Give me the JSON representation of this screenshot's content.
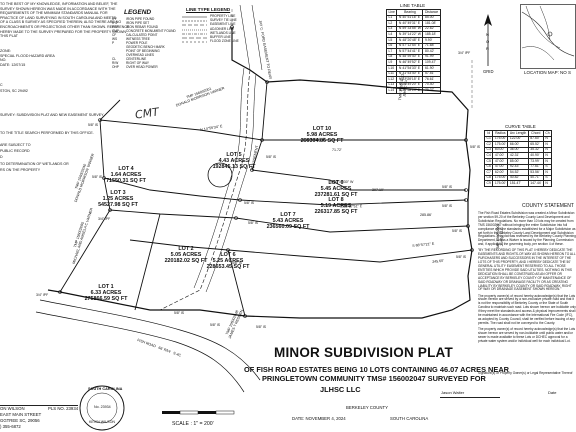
{
  "surveyor_notes": [
    "TO THE BEST OF MY KNOWLEDGE, INFORMATION AND BELIEF, THE",
    "SURVEY SHOWN HEREON WAS MADE IN ACCORDANCE WITH THE",
    "REQUIREMENTS OF THE MINIMUM STANDARDS MANUAL FOR",
    "PRACTICE OF LAND SURVEYING IN SOUTH CAROLINA AND MEETS",
    "OF A CLASS B SURVEY AS SPECIFIED THEREIN; ALSO THERE ARE NO",
    "ENCROACHMENTS OR PROJECTIONS OTHER THAN SHOWN. REFERENCE",
    "HERBY MADE TO THE SURVEY PREPARED FOR THE PROPERTY SHOWN",
    "THIS PLAT"
  ],
  "flood_notes": [
    "ZONE:",
    "SPECIAL FLOOD HAZARD AREA",
    "NO.",
    "DATE: 12/07/15"
  ],
  "owner_block": [
    "C",
    "STON, SC 29492"
  ],
  "left_notes": [
    "SURVEY:  SUBDIVISION PLAT AND NEW EASEMENT SURVEY",
    "TO THE TITLE SEARCH PERFORMED BY THIS OFFICE.",
    "ARE SUBJECT TO",
    "PUBLIC RECORD",
    "D",
    "TO DETERMINATION OF WETLANDS OR",
    "RS ON THE PROPERTY"
  ],
  "legend": {
    "title": "LEGEND",
    "items": [
      {
        "sym": "IPF",
        "text": "IRON PIPE FOUND"
      },
      {
        "sym": "IPS",
        "text": "IRON PIPE SET"
      },
      {
        "sym": "RBF",
        "text": "IRON REBAR FOUND"
      },
      {
        "sym": "CMF",
        "text": "CONCRETE MONUMENT FOUND"
      },
      {
        "sym": "CF",
        "text": "CALCULATED POINT"
      },
      {
        "sym": "WS",
        "text": "WITNESS TREE"
      },
      {
        "sym": "P",
        "text": "POWER POLE"
      },
      {
        "sym": "",
        "text": "GEODETIC BENCH MARK"
      },
      {
        "sym": "",
        "text": "POINT OF BEGINNING"
      },
      {
        "sym": "",
        "text": "OVERHEAD LINES"
      },
      {
        "sym": "CL",
        "text": "CENTERLINE"
      },
      {
        "sym": "R/W",
        "text": "RIGHT OF WAY"
      },
      {
        "sym": "OHP",
        "text": "OVER HEAD POWER"
      }
    ]
  },
  "line_type_legend": {
    "title": "LINE TYPE LEGEND",
    "items": [
      "PROPERTY LINE",
      "SURVEY TIE LINE",
      "EASEMENT LINE",
      "ADJOINER LINE",
      "WETLANDS LINE",
      "BUFFER LINE",
      "FLOOD ZONE LINE"
    ]
  },
  "line_table": {
    "title": "LINE TABLE",
    "headers": [
      "Line",
      "Bearing",
      "Distance"
    ],
    "rows": [
      [
        "L1",
        "N 40°51'16\" E",
        "85.00'"
      ],
      [
        "L2",
        "N 40°49'31\" E",
        "181.08'"
      ],
      [
        "L3",
        "N 59°33'55\" W",
        "22.62'"
      ],
      [
        "L4",
        "N 39°14'22\" W",
        "185.18'"
      ],
      [
        "L5",
        "N 48°20'48\" E",
        "9.90'"
      ],
      [
        "L6",
        "N 57°12'54\" E",
        "71.68'"
      ],
      [
        "L7",
        "N 57°44'41\" E",
        "80.42'"
      ],
      [
        "L8",
        "N 48°59'40\" E",
        "91.99'"
      ],
      [
        "L9",
        "N 46°49'52\" E",
        "109.47'"
      ],
      [
        "L10",
        "N 41°54'33\" E",
        "61.90'"
      ],
      [
        "L11",
        "N 31°53'40\" E",
        "57.51'"
      ],
      [
        "L12",
        "N 27°39'15\" E",
        "76.61'"
      ],
      [
        "L13",
        "N 25°49'20\" E",
        "70.40'"
      ],
      [
        "L14",
        "N 20°58'14\" E",
        "79.27'"
      ]
    ]
  },
  "curve_table": {
    "title": "CURVE TABLE",
    "headers": [
      "Id",
      "Radius",
      "Arc Length",
      "Chord",
      "Ch"
    ],
    "rows": [
      [
        "C1",
        "175.00'",
        "122.00'",
        "87.60'",
        "N"
      ],
      [
        "C2",
        "175.00'",
        "66.00'",
        "65.52'",
        "N"
      ],
      [
        "C3",
        "60.00'",
        "36.00'",
        "35.32'",
        "N"
      ],
      [
        "C4",
        "47.00'",
        "42.31'",
        "40.90'",
        "N"
      ],
      [
        "C5",
        "47.00'",
        "85.00'",
        "73.99'",
        "N"
      ],
      [
        "C6",
        "47.00'",
        "92.43'",
        "77.61'",
        "S"
      ],
      [
        "C7",
        "62.00'",
        "54.52'",
        "53.56'",
        "N"
      ],
      [
        "C8",
        "175.00'",
        "40.82'",
        "40.71'",
        "S"
      ],
      [
        "C9",
        "175.00'",
        "151.47'",
        "147.44'",
        "N"
      ]
    ]
  },
  "lots": [
    {
      "name": "LOT 10",
      "acres": "5.98 ACRES",
      "sqft": "260304.86 SQ FT"
    },
    {
      "name": "LOT 9",
      "acres": "5.45 ACRES",
      "sqft": "237281.61 SQ FT"
    },
    {
      "name": "LOT 8",
      "acres": "5.19 ACRES",
      "sqft": "226317.85 SQ FT"
    },
    {
      "name": "LOT 7",
      "acres": "5.43 ACRES",
      "sqft": "236560.09 SQ FT"
    },
    {
      "name": "LOT 6",
      "acres": "5.25 ACRES",
      "sqft": "228653.45 SQ FT"
    },
    {
      "name": "LOT 5",
      "acres": "4.43 ACRES",
      "sqft": "192845.13 SQ FT"
    },
    {
      "name": "LOT 4",
      "acres": "1.64 ACRES",
      "sqft": "71550.31 SQ FT"
    },
    {
      "name": "LOT 3",
      "acres": "1.25 ACRES",
      "sqft": "54527.98 SQ FT"
    },
    {
      "name": "LOT 2",
      "acres": "5.05 ACRES",
      "sqft": "220182.02 SQ FT"
    },
    {
      "name": "LOT 1",
      "acres": "6.33 ACRES",
      "sqft": "275866.59 SQ FT"
    }
  ],
  "plat_labels": {
    "tmp_left": "TMP 156002001\nDONALD MORRISON VARNER",
    "tmp_mid": "TMP 156002040\nDONALD MORRISON VARNER",
    "tmp_lower": "TMP 156002095\nMICHAEL AND ANGELA C VARNER",
    "tmp_bottom": "TMP 156002048\nJAMES T REDDEN",
    "tmp_right": "TMP 156002001\nJLHSC LLC",
    "tmp_right_top": "TMP 156001021\nJLHSC LLC",
    "road_top": "JAY C. FORD EASEMENT TO REAR",
    "road_bottom": "FISH ROAD   66' R/W   S-4C",
    "easement_label": "50' EASEMENT",
    "new_easement": "NEW EASEMENT SURVEY",
    "handwritten": "CMT",
    "bearing_1": "N 14°56'34\" E",
    "bearing_2": "S 89°54'23\" W",
    "bearing_3": "N 87°17'30\" W",
    "bearing_4": "S 84°57'51\" E",
    "bearing_5": "S 68°57'21\" E",
    "dist_1": "71.72'",
    "dist_2": "397.10'",
    "dist_3": "285.86'",
    "dist_4": "245.60'",
    "pin_tags": [
      "3/4\" IPF",
      "5/8\" IS",
      "5/8\" IS",
      "5/8\" IS",
      "5/8\" IS",
      "5/8\" IS",
      "5/8\" IS",
      "5/8\" IS",
      "5/8\" IS",
      "5/8\" IS",
      "5/8\" IS",
      "5/8\" IS",
      "5/8\" IS",
      "3/4\" IPF",
      "3/4\" IPF",
      "5/8\" IS",
      "5/8\" IS"
    ]
  },
  "north_label": "GRID",
  "location_map": {
    "label": "LOCATION MAP:",
    "scale": "NO S"
  },
  "county_statement": {
    "title": "COUNTY STATEMENT",
    "paragraphs": [
      "The Fish Road Estates Subdivision was created a Minor Subdivision per section 59-20 of the Berkeley County Land Development and Subdivision Regulations. No more than 10 lots may be created from TMS 156002047 without bringing the entire Subdivision into full compliance with the standards established for a Major Subdivision as set forth in the Berkeley County Land Development and Subdivision Regulations. This plat was reviewed by the Berkeley County Planning Department, unless a Waiver is issued by the Planning Commission and, if applicable, the governing body, per section 4 of these.",
      "\"BY THE RECORDING OF THIS PLAT I HEREBY DEDICATE THE EASEMENTS AND RIGHTS-OF-WAY AS SHOWN HEREON TO ALL PURCHASERS AND SUCCESSORS IN THE INTEREST OF THE LOTS OF THIS PROPERTY, AND I HEREBY DEDICATE THE 50' GENERAL UTILITY EASEMENT RESERVED TO ALL THOSE ENTITIES WHICH PROVIDE SAID UTILITIES. NOTHING IN THIS DEDICATION SHALL BE CONSTRUED AS AN OFFER OR ACCEPTANCE BY BERKELEY COUNTY OF MAINTENANCE OF SAID ROADWAY OR DRAINAGE FACILITY OR AS CREATING LIABILITY BY BERKELEY COUNTY OR SAID ROADWAY, RIGHT OF WAY OR DRAINAGE EASEMENT SHOWN HEREON.\"",
      "The property owner(s) of record hereby acknowledge(s) that the Lots shown hereon are served by a non-exclusive private road and that it is not the responsibility of Berkeley County or the State of South Carolina to maintain such road. Lots shown hereon are buildable only if they meet the standards and access & physical improvements shall be maintained in accordance with the International Fire Code (IFC), as adopted by County Council, shall be verified before issuing of any permits. The road shall not be conveyed to the County.",
      "The property owner(s) of record hereby acknowledge(s) that the Lots shown hereon are served by non-buildable until public water and/or sewer is made available to these Lots or DCHEC approval for a private water system and/or individual well for each individual Lot."
    ],
    "signature_line": "Signature(s) of Property Owner(s) or Legal Representative Thereof",
    "signer": "Jason Walter",
    "date_label": "Date"
  },
  "title_block": {
    "title": "MINOR SUBDIVISION PLAT",
    "line1": "OF FISH ROAD ESTATES BEING 10 LOTS CONTAINING 46.07 ACRES NEAR",
    "line2": "PRINGLETOWN COMMUNITY TMS# 156002047  SURVEYED FOR",
    "client": "JLHSC LLC",
    "county": "BERKELEY COUNTY",
    "state": "SOUTH CAROLINA",
    "date": "DATE: NOVEMBER 4, 2024",
    "scale": "SCALE : 1\" = 200'"
  },
  "surveyor_block": {
    "name": "ON WILSON",
    "pls": "PLS NO. 23934",
    "address": "EAST MAIN STREET",
    "city": "GGTREE SC, 29056",
    "phone": ") 355-6872"
  },
  "seal": {
    "state": "SOUTH CAROLINA",
    "number": "No. 23934",
    "name": "KEVIN WILSON"
  }
}
